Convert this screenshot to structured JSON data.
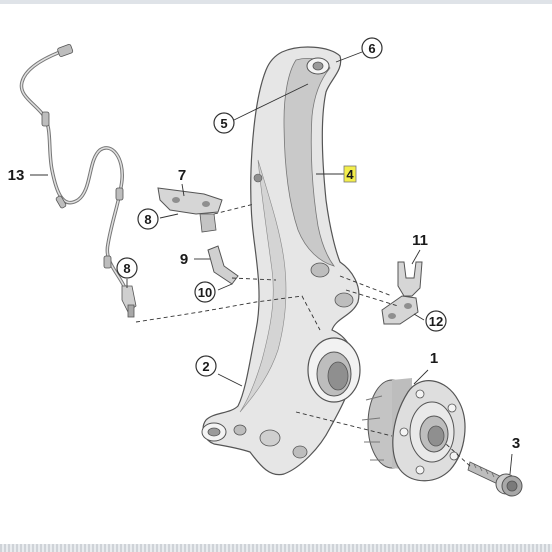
{
  "colors": {
    "part_fill": "#e6e6e6",
    "part_shade": "#c9c9c9",
    "part_dark": "#9a9a9a",
    "outline": "#555555",
    "leader": "#333333",
    "highlight": "#f3ee4a"
  },
  "callouts": [
    {
      "label": "1",
      "style": "plain"
    },
    {
      "label": "2",
      "style": "circle"
    },
    {
      "label": "3",
      "style": "plain"
    },
    {
      "label": "4",
      "style": "highlight"
    },
    {
      "label": "5",
      "style": "circle"
    },
    {
      "label": "6",
      "style": "circle"
    },
    {
      "label": "7",
      "style": "plain"
    },
    {
      "label": "8",
      "style": "circle"
    },
    {
      "label": "9",
      "style": "plain"
    },
    {
      "label": "10",
      "style": "circle"
    },
    {
      "label": "11",
      "style": "plain"
    },
    {
      "label": "12",
      "style": "circle"
    },
    {
      "label": "13",
      "style": "plain"
    },
    {
      "label": "8",
      "style": "circle"
    }
  ]
}
